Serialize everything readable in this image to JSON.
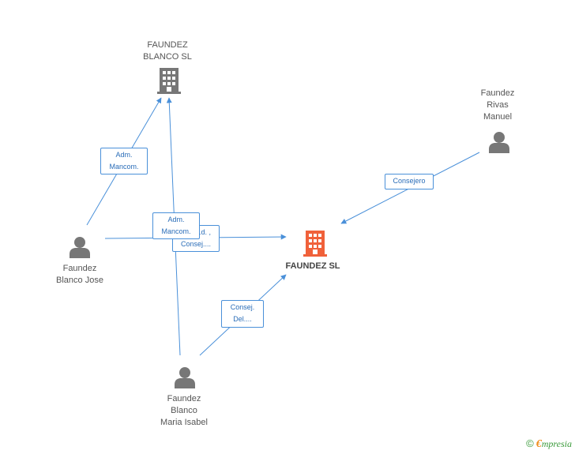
{
  "nodes": {
    "blanco_sl": {
      "lines": [
        "FAUNDEZ",
        "BLANCO  SL"
      ]
    },
    "faundez_sl": {
      "lines": [
        "FAUNDEZ SL"
      ]
    },
    "rivas_manuel": {
      "lines": [
        "Faundez",
        "Rivas",
        "Manuel"
      ]
    },
    "blanco_jose": {
      "lines": [
        "Faundez",
        "Blanco Jose"
      ]
    },
    "maria_isabel": {
      "lines": [
        "Faundez",
        "Blanco",
        "Maria Isabel"
      ]
    }
  },
  "edges": {
    "jose_to_blanco": {
      "lines": [
        "Adm.",
        "Mancom."
      ]
    },
    "isabel_to_blanco": {
      "lines": [
        "Adm.",
        "Mancom."
      ]
    },
    "jose_to_faundez": {
      "lines": [
        "...d. ,",
        "Consej...."
      ]
    },
    "rivas_to_faundez": {
      "lines": [
        "Consejero"
      ]
    },
    "isabel_to_faundez": {
      "lines": [
        "Consej.",
        "Del...."
      ]
    }
  },
  "colors": {
    "edge": "#4a90d9",
    "company_icon": "#777777",
    "main_company_icon": "#f0613a",
    "person_icon": "#777777"
  },
  "watermark": {
    "copyright": "©",
    "brand_first": "€",
    "brand_rest": "mpresia"
  }
}
